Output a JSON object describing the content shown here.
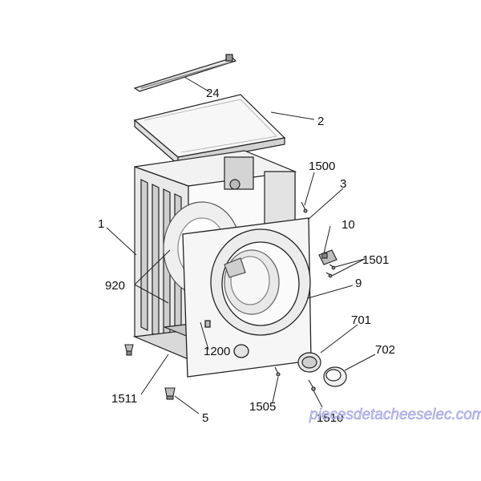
{
  "diagram": {
    "part_labels": {
      "top_bar": "24",
      "top_panel": "2",
      "cabinet": "1",
      "screw_top": "1500",
      "front_panel": "3",
      "latch": "10",
      "screws_latch": "1501",
      "door_ring": "9",
      "inner_side": "920",
      "bottom_plate": "1200",
      "hinge_cover": "701",
      "cap": "702",
      "foot_front": "1511",
      "screw_front": "1505",
      "screw_bottom": "1510",
      "foot": "5"
    }
  },
  "watermark": {
    "text": "piecesdetacheeselec.com"
  },
  "colors": {
    "line": "#222222",
    "panel": "#f6f6f6",
    "shade": "#dcdcdc",
    "watermark": "#8b8bd8"
  }
}
